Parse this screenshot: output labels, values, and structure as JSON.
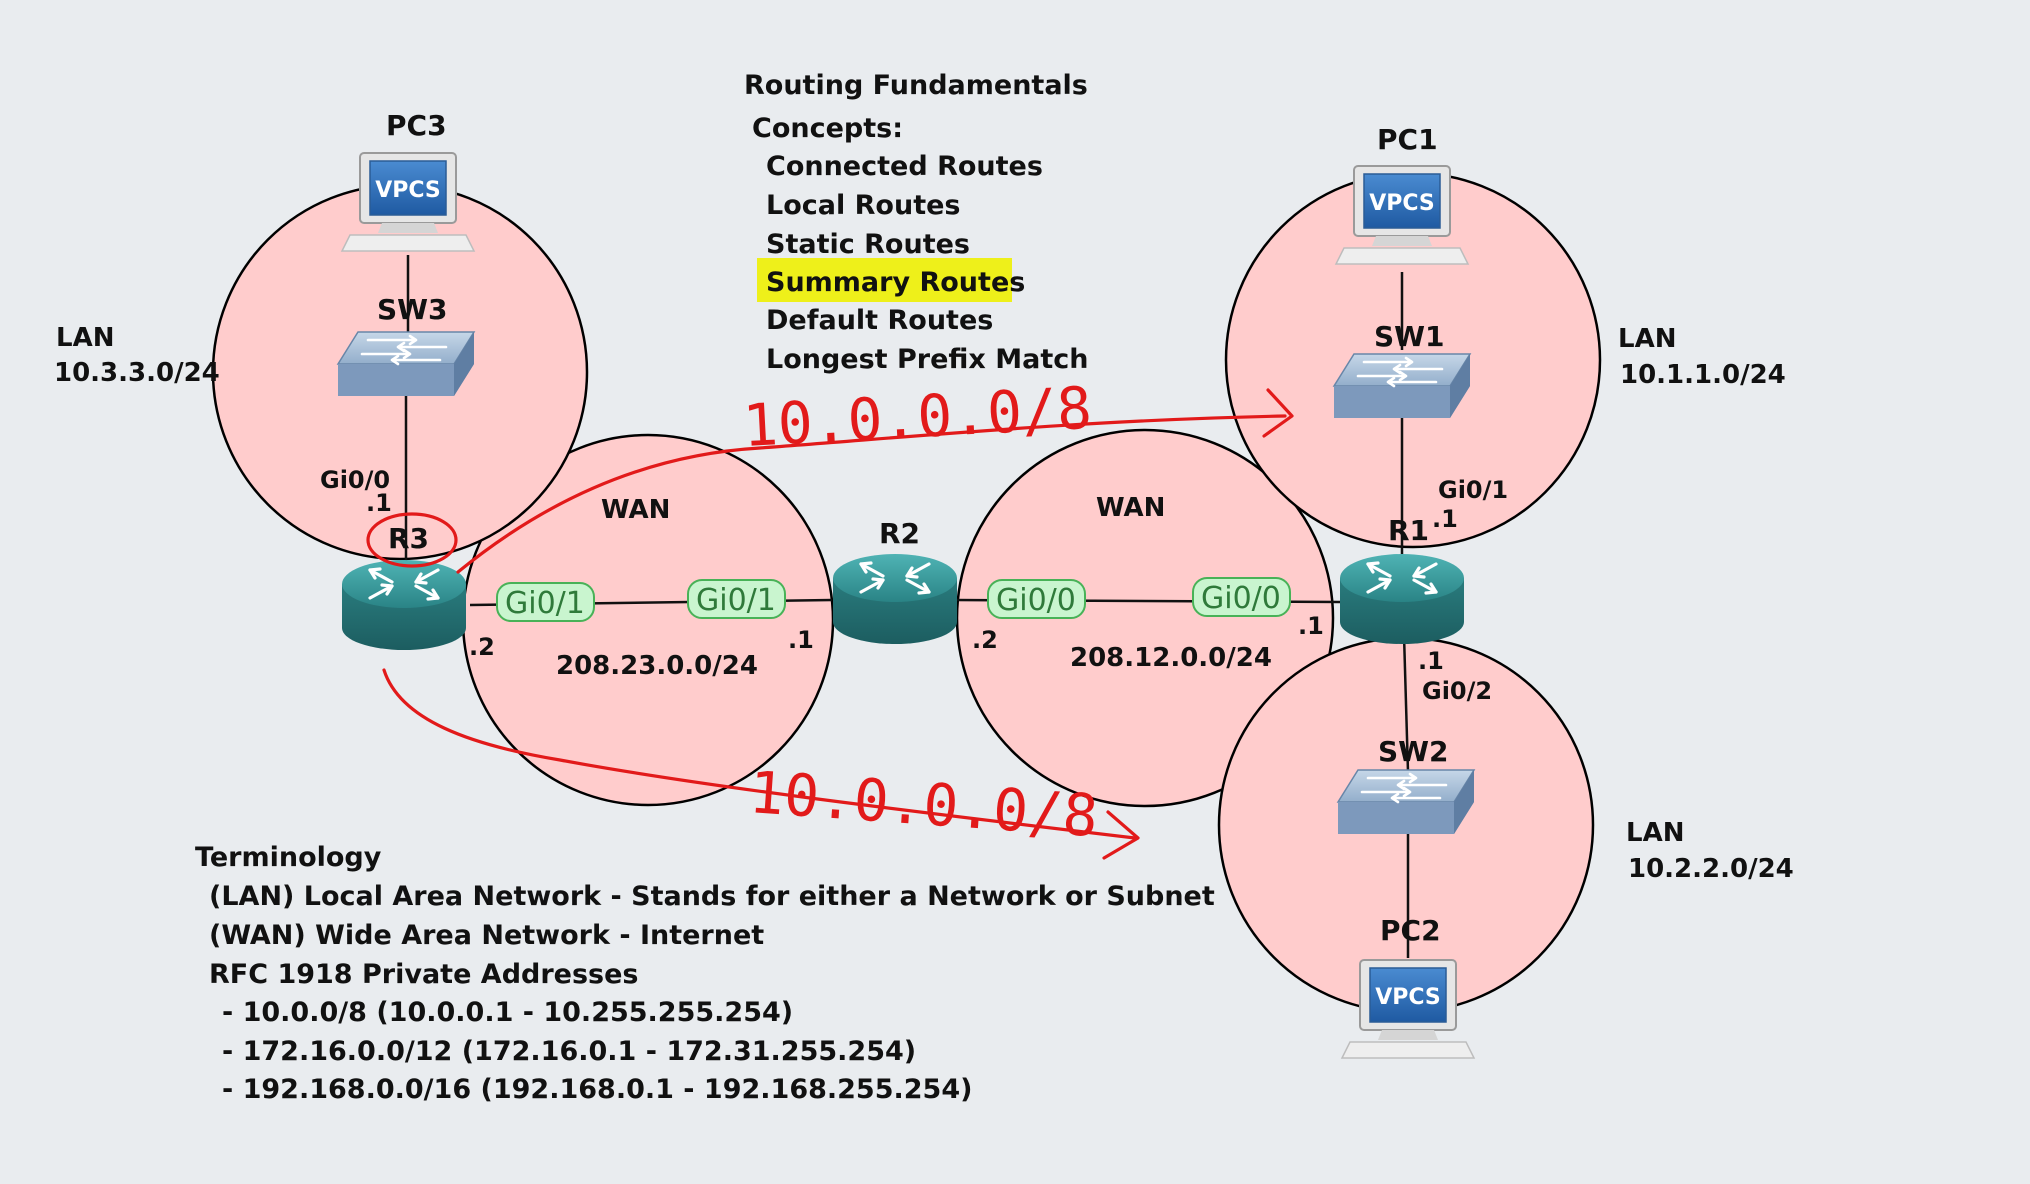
{
  "title": "Routing Fundamentals",
  "concepts": {
    "heading": "Concepts:",
    "items": [
      {
        "text": "Connected Routes",
        "highlight": false
      },
      {
        "text": "Local Routes",
        "highlight": false
      },
      {
        "text": "Static Routes",
        "highlight": false
      },
      {
        "text": "Summary Routes",
        "highlight": true
      },
      {
        "text": "Default Routes",
        "highlight": false
      },
      {
        "text": "Longest Prefix Match",
        "highlight": false
      }
    ]
  },
  "terminology": {
    "heading": "Terminology",
    "lines": [
      "(LAN) Local Area Network - Stands for either a Network or Subnet",
      "(WAN) Wide Area Network - Internet",
      "RFC 1918 Private Addresses",
      "- 10.0.0/8 (10.0.0.1 - 10.255.255.254)",
      "- 172.16.0.0/12 (172.16.0.1 - 172.31.255.254)",
      "- 192.168.0.0/16 (192.168.0.1 - 192.168.255.254)"
    ]
  },
  "networks": {
    "lan3": {
      "type": "LAN",
      "subnet": "10.3.3.0/24"
    },
    "lan1": {
      "type": "LAN",
      "subnet": "10.1.1.0/24"
    },
    "lan2": {
      "type": "LAN",
      "subnet": "10.2.2.0/24"
    },
    "wan23": {
      "type": "WAN",
      "subnet": "208.23.0.0/24"
    },
    "wan12": {
      "type": "WAN",
      "subnet": "208.12.0.0/24"
    }
  },
  "devices": {
    "pc3": "PC3",
    "pc1": "PC1",
    "pc2": "PC2",
    "sw3": "SW3",
    "sw1": "SW1",
    "sw2": "SW2",
    "r3": "R3",
    "r2": "R2",
    "r1": "R1",
    "vpcs_label": "VPCS"
  },
  "interfaces": {
    "r3_gi00": "Gi0/0",
    "r3_gi00_ip": ".1",
    "r3_gi01": "Gi0/1",
    "r3_gi01_ip": ".2",
    "r2_gi01": "Gi0/1",
    "r2_gi01_ip": ".1",
    "r2_gi00": "Gi0/0",
    "r2_gi00_ip": ".2",
    "r1_gi00": "Gi0/0",
    "r1_gi00_ip": ".1",
    "r1_gi01": "Gi0/1",
    "r1_gi01_ip": ".1",
    "r1_gi02": "Gi0/2",
    "r1_gi02_ip": ".1"
  },
  "annotations": {
    "summary_top": "10.0.0.0/8",
    "summary_bottom": "10.0.0.0/8",
    "color": "#e21a1a"
  },
  "colors": {
    "network_fill": "#ffcccc",
    "highlight": "#eef01a",
    "router": "#2d8a8c",
    "switch": "#8fa9c6"
  }
}
